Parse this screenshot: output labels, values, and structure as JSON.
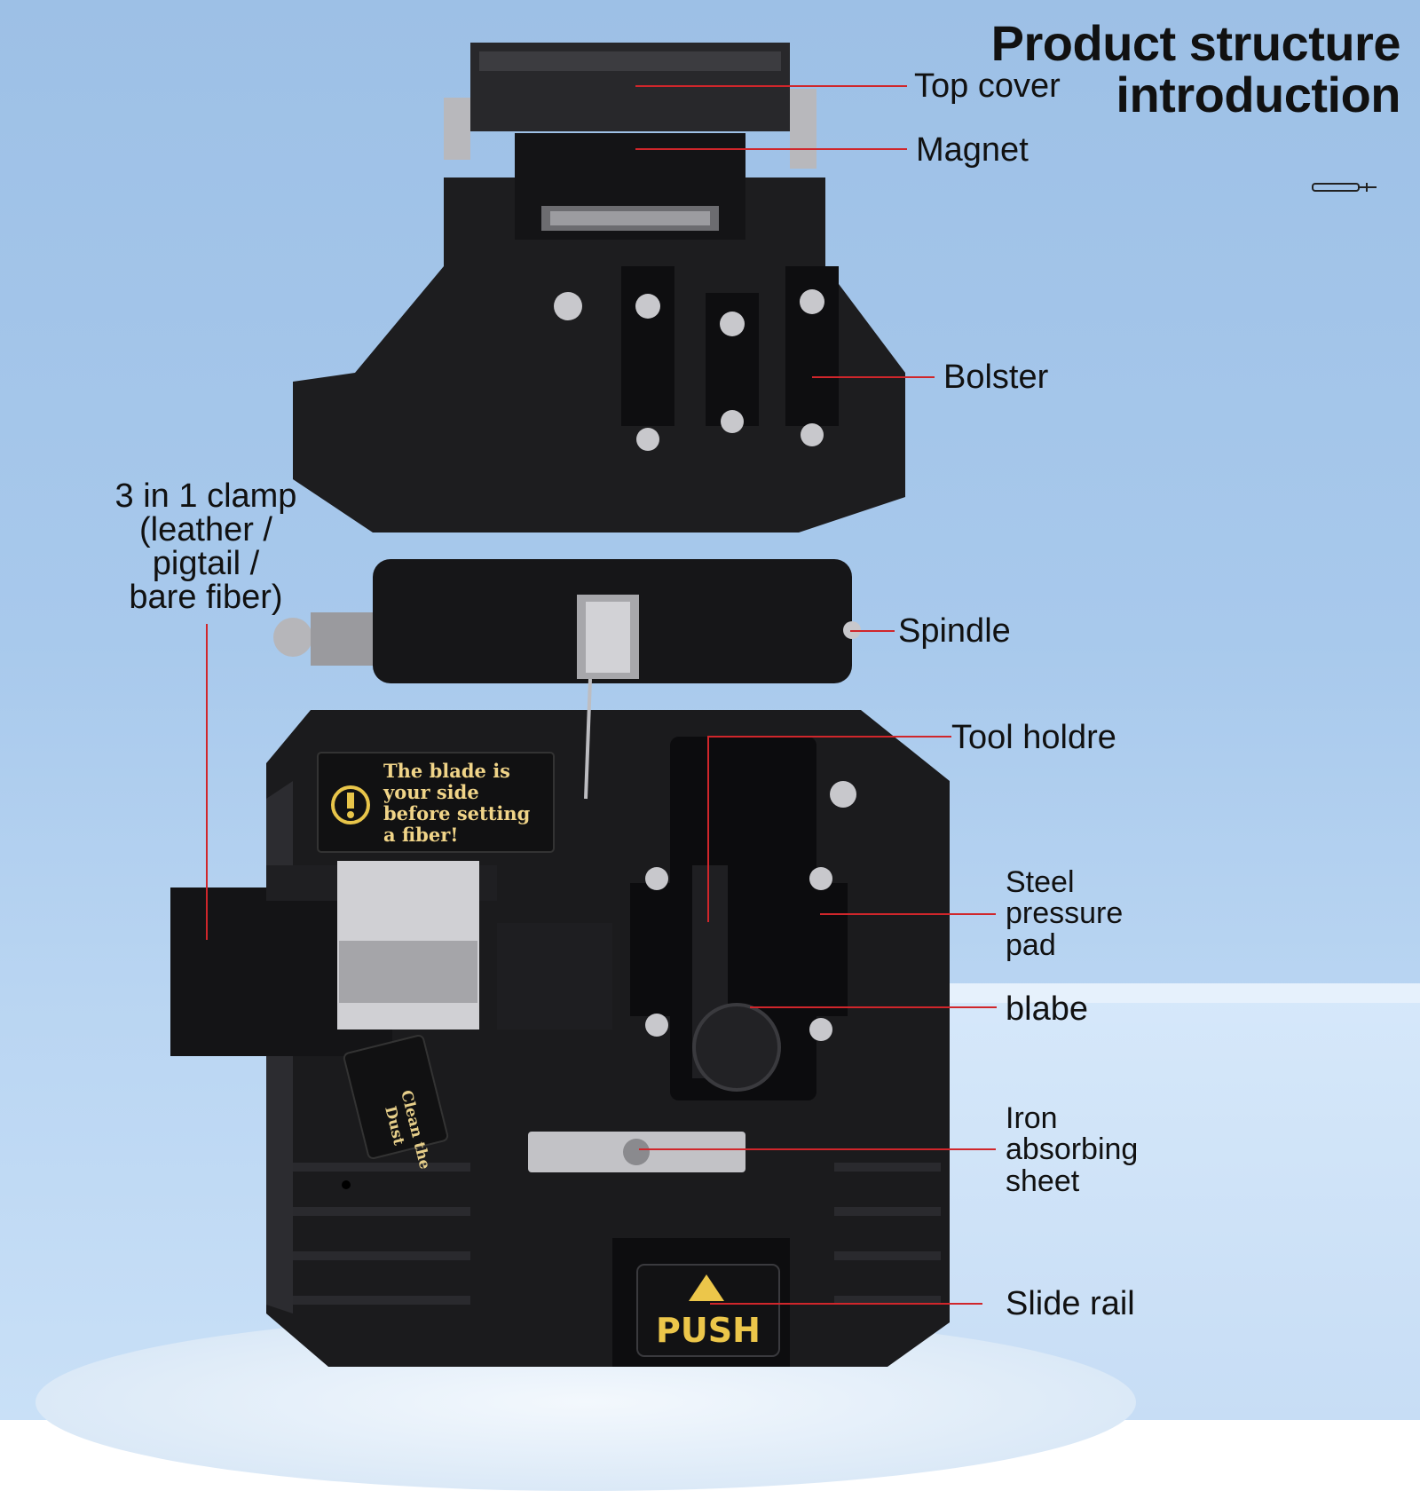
{
  "title": {
    "line1": "Product structure",
    "line2": "introduction"
  },
  "labels": {
    "top_cover": "Top cover",
    "magnet": "Magnet",
    "bolster": "Bolster",
    "clamp": [
      "3 in 1 clamp",
      "(leather /",
      "pigtail /",
      "bare fiber)"
    ],
    "spindle": "Spindle",
    "tool_holder": "Tool holdre",
    "steel_pad": [
      "Steel",
      "pressure",
      "pad"
    ],
    "blade": "blabe",
    "iron_sheet": [
      "Iron",
      "absorbing",
      "sheet"
    ],
    "slide_rail": "Slide rail"
  },
  "device": {
    "warning_label": [
      "The blade is",
      "your side",
      "before setting",
      "a fiber!"
    ],
    "dust_label": [
      "Clean the",
      "Dust"
    ],
    "push_label": "PUSH"
  },
  "colors": {
    "accent_line": "#d0262b",
    "device_body": "#1b1b1d",
    "label_gold": "#f0d488"
  }
}
